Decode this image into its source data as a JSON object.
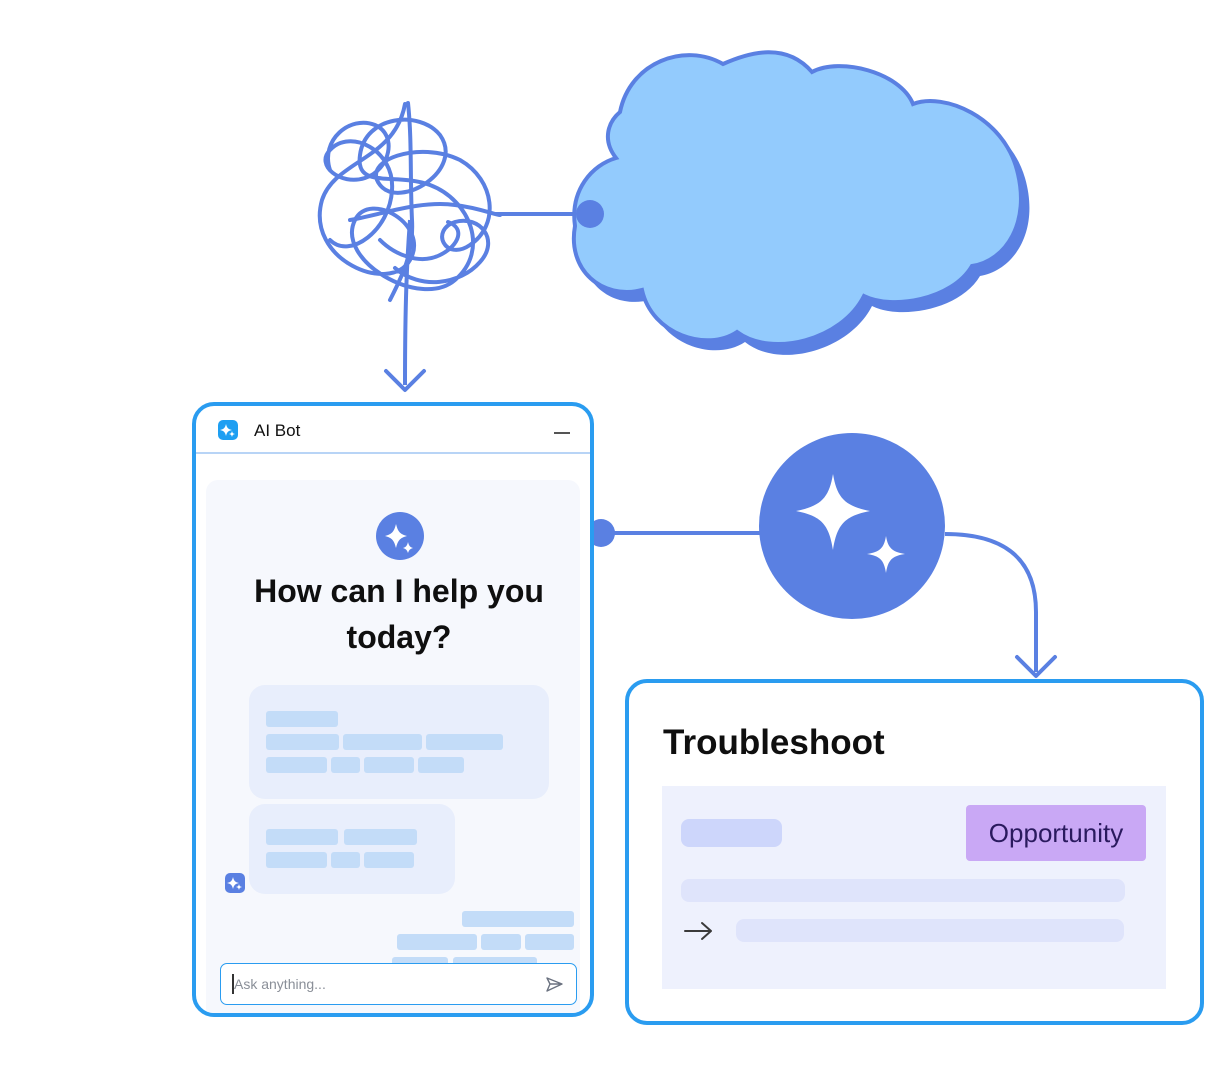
{
  "colors": {
    "cloud_fill": "#93cbfd",
    "cloud_stroke": "#5a80e2",
    "line": "#5a80e2",
    "window_border": "#2a9cf0",
    "sparkle_circle": "#5a80e2",
    "placeholder_bar": "#c3dcf8",
    "badge_fill": "#c9a8f5"
  },
  "chat": {
    "title": "AI Bot",
    "greeting": "How can I help you today?",
    "input_placeholder": "Ask anything...",
    "icons": [
      "sparkle-icon",
      "minimize-icon",
      "send-icon"
    ]
  },
  "troubleshoot": {
    "title": "Troubleshoot",
    "badge": "Opportunity",
    "icons": [
      "arrow-right-icon"
    ]
  }
}
